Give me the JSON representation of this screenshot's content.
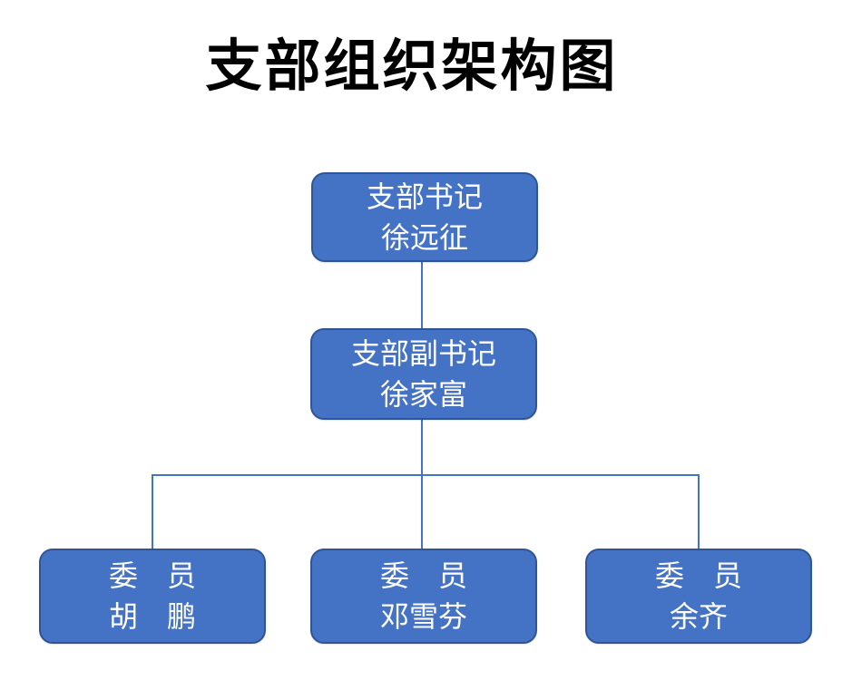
{
  "title": "支部组织架构图",
  "org_chart": {
    "nodes": [
      {
        "id": "secretary",
        "role": "支部书记",
        "name": "徐远征",
        "level": 1
      },
      {
        "id": "deputy",
        "role": "支部副书记",
        "name": "徐家富",
        "level": 2
      },
      {
        "id": "member-1",
        "role": "委　员",
        "name": "胡　鹏",
        "level": 3
      },
      {
        "id": "member-2",
        "role": "委　员",
        "name": "邓雪芬",
        "level": 3
      },
      {
        "id": "member-3",
        "role": "委　员",
        "name": "余齐",
        "level": 3
      }
    ],
    "edges": [
      {
        "from": "secretary",
        "to": "deputy"
      },
      {
        "from": "deputy",
        "to": "member-1"
      },
      {
        "from": "deputy",
        "to": "member-2"
      },
      {
        "from": "deputy",
        "to": "member-3"
      }
    ]
  },
  "colors": {
    "node_fill": "#4472C4",
    "node_border": "#2F5597",
    "connector": "#4472C4",
    "node_text": "#FFFFFF",
    "title_text": "#000000",
    "page_bg": "#FFFFFF"
  }
}
